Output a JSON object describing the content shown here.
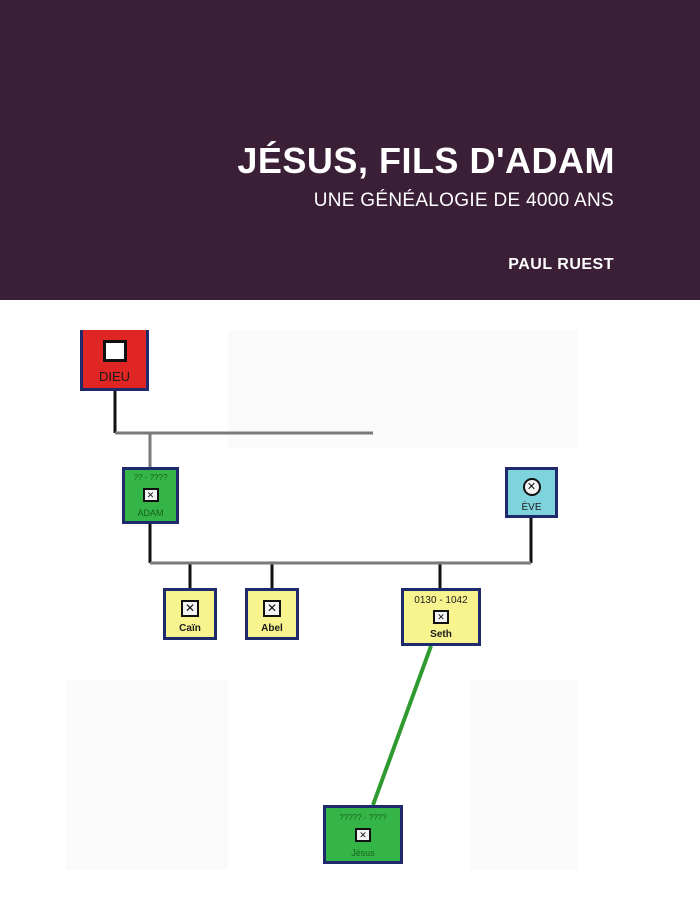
{
  "cover": {
    "title": "JÉSUS, FILS D'ADAM",
    "subtitle": "UNE GÉNÉALOGIE DE 4000 ANS",
    "author": "PAUL RUEST"
  },
  "colors": {
    "header_background": "#3a1f37",
    "node_green": "#35b447",
    "node_yellow": "#f7f38f",
    "node_red": "#e02525",
    "node_cyan": "#7fd3dc",
    "descent_line": "#2f9a2f",
    "node_border": "#1e2a6b"
  },
  "tree": {
    "dieu": {
      "label": "DIEU"
    },
    "adam": {
      "label": "ADAM",
      "dates": "?? - ????"
    },
    "eve": {
      "label": "ÈVE"
    },
    "cain": {
      "label": "Caïn"
    },
    "abel": {
      "label": "Abel"
    },
    "seth": {
      "label": "Seth",
      "dates": "0130 - 1042"
    },
    "jesus": {
      "label": "Jésus",
      "dates": "????? - ????"
    }
  }
}
